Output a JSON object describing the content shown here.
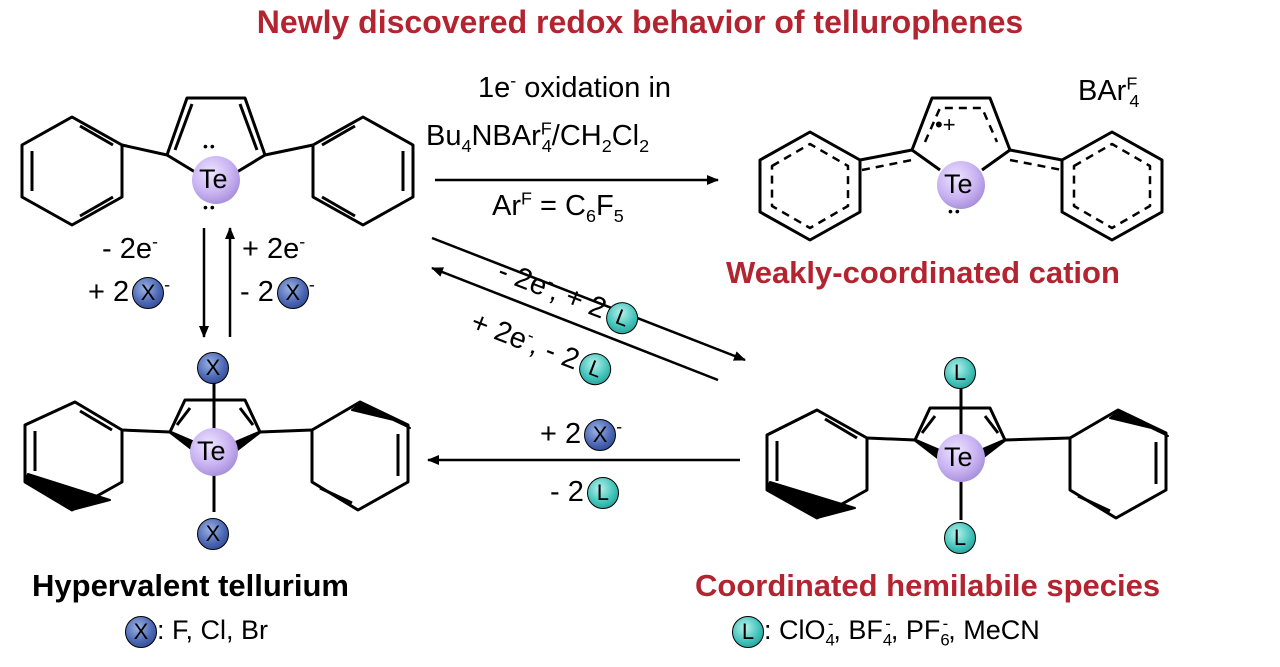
{
  "title": "Newly discovered redox behavior of tellurophenes",
  "top_arrow": {
    "line1": "1e",
    "line1_sup": "-",
    "line1_rest": " oxidation in",
    "line2_a": "Bu",
    "line2_sub1": "4",
    "line2_b": "NBAr",
    "line2_sup": "F",
    "line2_sub2": "4",
    "line2_c": "/CH",
    "line2_sub3": "2",
    "line2_d": "Cl",
    "line2_sub4": "2",
    "line3_a": "Ar",
    "line3_sup": "F",
    "line3_b": " = C",
    "line3_sub1": "6",
    "line3_c": "F",
    "line3_sub2": "5"
  },
  "counterion": {
    "a": "BAr",
    "sup": "F",
    "sub": "4"
  },
  "cation_label": "Weakly-coordinated cation",
  "cation_charge": "•+",
  "left_arrows": {
    "down_1_a": "- 2e",
    "down_1_sup": "-",
    "down_2_a": "+ 2",
    "down_2_sup": "-",
    "up_1_a": "+ 2e",
    "up_1_sup": "-",
    "up_2_a": "- 2",
    "up_2_sup": "-"
  },
  "diag_arrows": {
    "upper_a": "- 2e",
    "upper_sup": "-",
    "upper_b": ", + 2",
    "lower_a": "+ 2e",
    "lower_sup": "-",
    "lower_b": ", - 2"
  },
  "bottom_arrow": {
    "top_a": "+ 2",
    "top_sup": "-",
    "bottom_a": "- 2"
  },
  "atoms": {
    "te": "Te",
    "x": "X",
    "l": "L",
    "lone_pair": "••"
  },
  "hyper_label": "Hypervalent tellurium",
  "hyper_legend": ": F, Cl, Br",
  "hemi_label": "Coordinated hemilabile species",
  "hemi_legend": {
    "a": ": ClO",
    "sub1": "4",
    "sup1": "-",
    "b": ", BF",
    "sub2": "4",
    "sup2": "-",
    "c": ", PF",
    "sub3": "6",
    "sup3": "-",
    "d": ", MeCN"
  },
  "colors": {
    "red": "#b32430",
    "te": "#c9b3f2",
    "x": "#3b56a6",
    "l": "#3fc2b9"
  }
}
